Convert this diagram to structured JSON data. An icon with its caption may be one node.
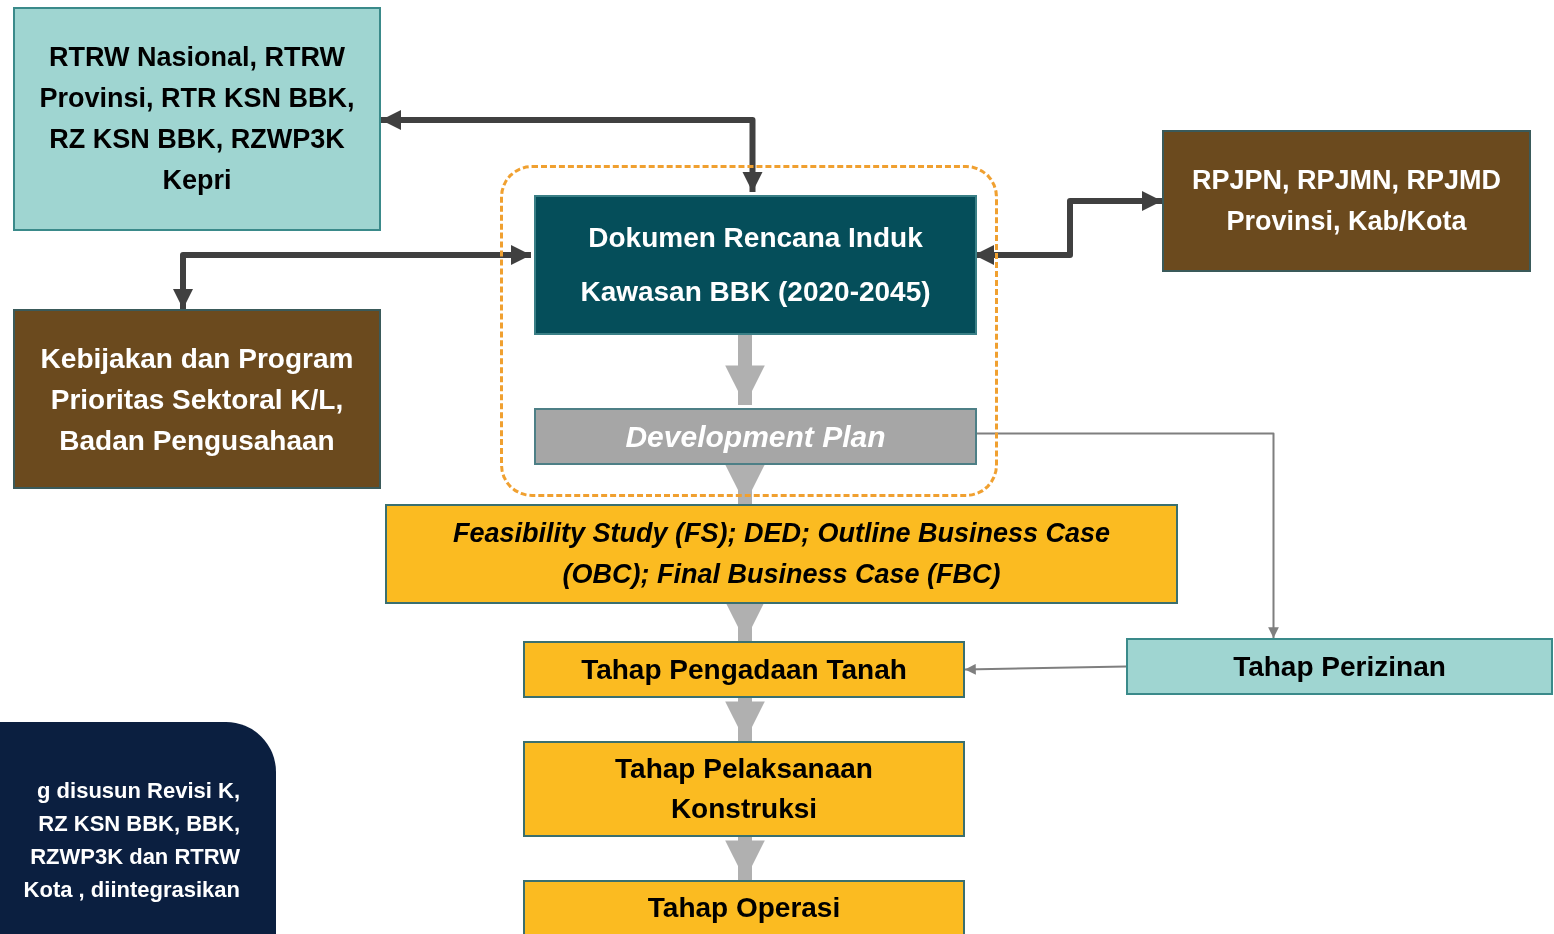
{
  "diagram": {
    "nodes": [
      {
        "text": [
          "RTRW Nasional, RTRW Provinsi, RTR KSN BBK, RZ KSN BBK, RZWP3K Kepri"
        ]
      },
      {
        "text": [],
        "shape": "box"
      },
      {
        "text": [
          "Dokumen Rencana Induk Kawasan BBK (2020-2045)"
        ],
        "in": 1
      },
      {
        "text": [
          "Development Plan"
        ],
        "in": 1
      },
      {
        "text": [
          "RPJPN, RPJMN, RPJMD Provinsi, Kab/Kota"
        ]
      },
      {
        "text": [
          "Kebijakan dan Program Prioritas Sektoral K/L, Badan Pengusahaan"
        ]
      },
      {
        "text": [
          "Feasibility Study (FS); DED; Outline Business Case (OBC); Final Business Case (FBC)"
        ]
      },
      {
        "text": [
          "Tahap Pengadaan Tanah"
        ]
      },
      {
        "text": [
          "Tahap Perizinan"
        ]
      },
      {
        "text": [
          "Tahap Pelaksanaan Konstruksi"
        ]
      },
      {
        "text": [
          "Tahap Operasi"
        ]
      },
      {
        "text": [
          "g disusun Revisi K, RZ KSN BBK, BBK, RZWP3K dan RTRW Kota , diintegrasikan"
        ]
      }
    ],
    "edges": [
      {
        "from": 2,
        "to": 0,
        "arrow": "both",
        "color": "#404040"
      },
      {
        "from": 2,
        "to": 5,
        "arrow": "both",
        "color": "#404040"
      },
      {
        "from": 2,
        "to": 4,
        "arrow": "both",
        "color": "#404040"
      },
      {
        "from": 2,
        "to": 3,
        "arrow": "to",
        "style": "thick",
        "color": "#b0b0b0"
      },
      {
        "from": 3,
        "to": 6,
        "arrow": "to",
        "style": "thick",
        "color": "#b0b0b0"
      },
      {
        "from": 6,
        "to": 7,
        "arrow": "to",
        "style": "thick",
        "color": "#b0b0b0"
      },
      {
        "from": 7,
        "to": 9,
        "arrow": "to",
        "style": "thick",
        "color": "#b0b0b0"
      },
      {
        "from": 9,
        "to": 10,
        "arrow": "to",
        "style": "thick",
        "color": "#b0b0b0"
      },
      {
        "from": 3,
        "to": 8,
        "arrow": "to"
      },
      {
        "from": 8,
        "to": 7,
        "arrow": "to"
      }
    ]
  }
}
